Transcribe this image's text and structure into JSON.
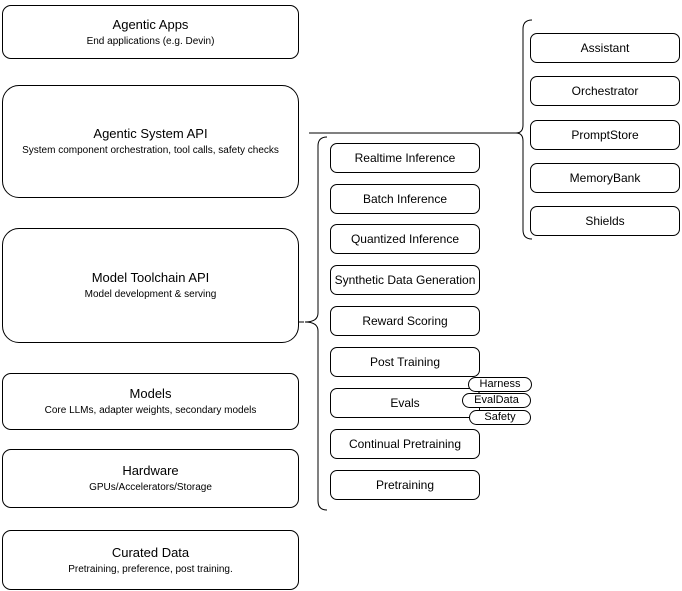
{
  "diagram": {
    "left_column": {
      "boxes": [
        {
          "title": "Agentic Apps",
          "subtitle": "End applications (e.g. Devin)"
        },
        {
          "title": "Agentic System API",
          "subtitle": "System component orchestration, tool calls, safety checks"
        },
        {
          "title": "Model Toolchain API",
          "subtitle": "Model development & serving"
        },
        {
          "title": "Models",
          "subtitle": "Core LLMs, adapter weights, secondary models"
        },
        {
          "title": "Hardware",
          "subtitle": "GPUs/Accelerators/Storage"
        },
        {
          "title": "Curated Data",
          "subtitle": "Pretraining, preference, post training."
        }
      ]
    },
    "middle_column": {
      "boxes": [
        {
          "label": "Realtime Inference"
        },
        {
          "label": "Batch Inference"
        },
        {
          "label": "Quantized Inference"
        },
        {
          "label": "Synthetic Data Generation"
        },
        {
          "label": "Reward Scoring"
        },
        {
          "label": "Post Training"
        },
        {
          "label": "Evals"
        },
        {
          "label": "Continual Pretraining"
        },
        {
          "label": "Pretraining"
        }
      ]
    },
    "right_column": {
      "boxes": [
        {
          "label": "Assistant"
        },
        {
          "label": "Orchestrator"
        },
        {
          "label": "PromptStore"
        },
        {
          "label": "MemoryBank"
        },
        {
          "label": "Shields"
        }
      ]
    },
    "eval_pills": [
      {
        "label": "Harness"
      },
      {
        "label": "EvalData"
      },
      {
        "label": "Safety"
      }
    ],
    "colors": {
      "border": "#000000",
      "background": "#ffffff",
      "text": "#000000"
    }
  }
}
